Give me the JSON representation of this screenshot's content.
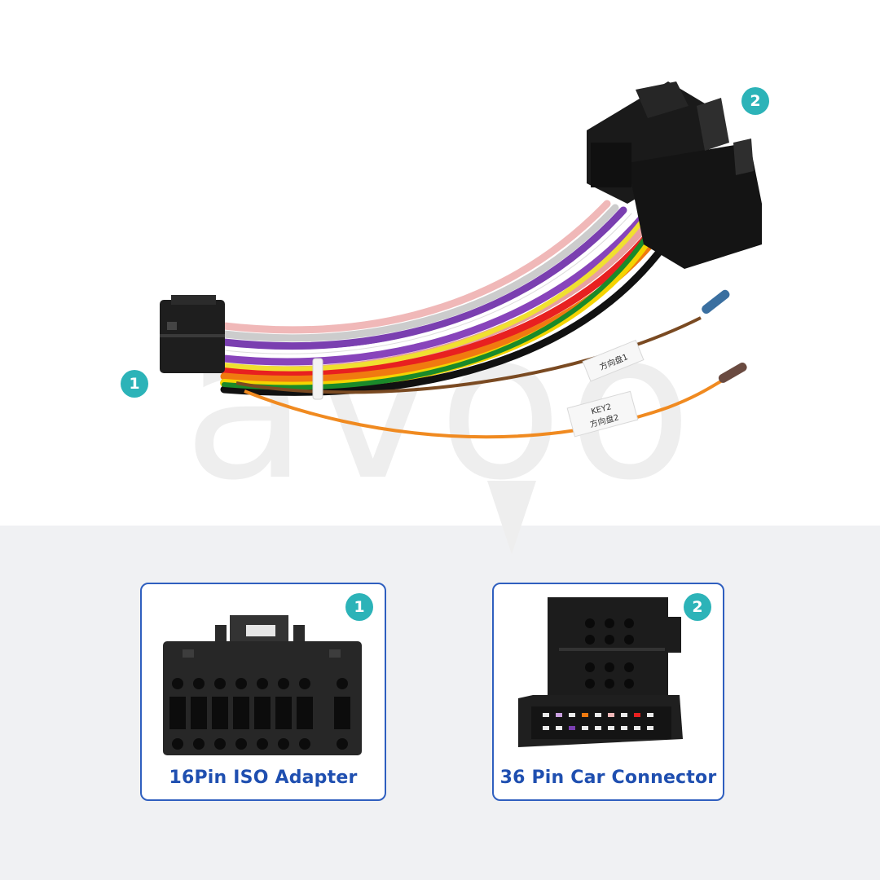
{
  "watermark": "avoo",
  "badges": {
    "hero_one": "1",
    "hero_two": "2",
    "card_one": "1",
    "card_two": "2"
  },
  "wire_tags": {
    "key2": "KEY2",
    "key2_cn": "方向盘2",
    "key1_cn": "方向盘1"
  },
  "cards": {
    "left_label": "16Pin ISO Adapter",
    "right_label": "36 Pin Car Connector"
  },
  "colors": {
    "badge": "#2cb3b8",
    "card_border": "#2f5fbf",
    "card_text": "#1f4fb0"
  }
}
